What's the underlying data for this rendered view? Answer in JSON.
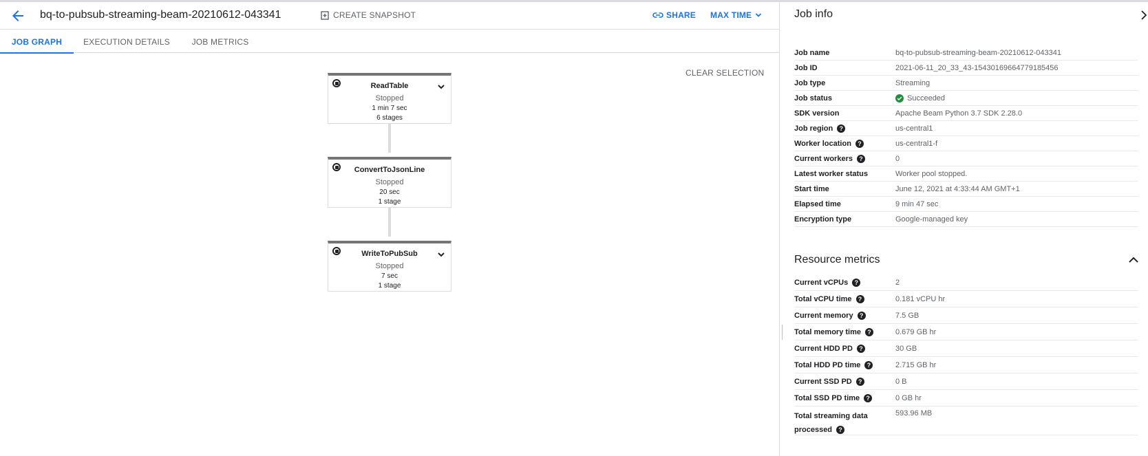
{
  "header": {
    "title": "bq-to-pubsub-streaming-beam-20210612-043341",
    "snapshot_label": "CREATE SNAPSHOT",
    "share_label": "SHARE",
    "maxtime_label": "MAX TIME"
  },
  "tabs": [
    {
      "label": "JOB GRAPH",
      "active": true
    },
    {
      "label": "EXECUTION DETAILS",
      "active": false
    },
    {
      "label": "JOB METRICS",
      "active": false
    }
  ],
  "graph": {
    "clear_label": "CLEAR SELECTION",
    "nodes": [
      {
        "name": "ReadTable",
        "state": "Stopped",
        "duration": "1 min 7 sec",
        "stages": "6 stages",
        "expandable": true
      },
      {
        "name": "ConvertToJsonLine",
        "state": "Stopped",
        "duration": "20 sec",
        "stages": "1 stage",
        "expandable": false
      },
      {
        "name": "WriteToPubSub",
        "state": "Stopped",
        "duration": "7 sec",
        "stages": "1 stage",
        "expandable": true
      }
    ]
  },
  "job_info": {
    "title": "Job info",
    "rows": [
      {
        "key": "Job name",
        "value": "bq-to-pubsub-streaming-beam-20210612-043341"
      },
      {
        "key": "Job ID",
        "value": "2021-06-11_20_33_43-15430169664779185456"
      },
      {
        "key": "Job type",
        "value": "Streaming"
      },
      {
        "key": "Job status",
        "value": "Succeeded"
      },
      {
        "key": "SDK version",
        "value": "Apache Beam Python 3.7 SDK 2.28.0"
      },
      {
        "key": "Job region",
        "value": "us-central1"
      },
      {
        "key": "Worker location",
        "value": "us-central1-f"
      },
      {
        "key": "Current workers",
        "value": "0"
      },
      {
        "key": "Latest worker status",
        "value": "Worker pool stopped."
      },
      {
        "key": "Start time",
        "value": "June 12, 2021 at 4:33:44 AM GMT+1"
      },
      {
        "key": "Elapsed time",
        "value": "9 min 47 sec"
      },
      {
        "key": "Encryption type",
        "value": "Google-managed key"
      }
    ]
  },
  "resource_metrics": {
    "title": "Resource metrics",
    "rows": [
      {
        "key": "Current vCPUs",
        "value": "2"
      },
      {
        "key": "Total vCPU time",
        "value": "0.181 vCPU hr"
      },
      {
        "key": "Current memory",
        "value": "7.5 GB"
      },
      {
        "key": "Total memory time",
        "value": "0.679 GB hr"
      },
      {
        "key": "Current HDD PD",
        "value": "30 GB"
      },
      {
        "key": "Total HDD PD time",
        "value": "2.715 GB hr"
      },
      {
        "key": "Current SSD PD",
        "value": "0 B"
      },
      {
        "key": "Total SSD PD time",
        "value": "0 GB hr"
      },
      {
        "key_line1": "Total streaming data",
        "key_line2": "processed",
        "value": "593.96 MB"
      }
    ]
  },
  "colors": {
    "accent": "#1a73e8",
    "success": "#1e8e3e",
    "node_top_border": "#757575"
  }
}
